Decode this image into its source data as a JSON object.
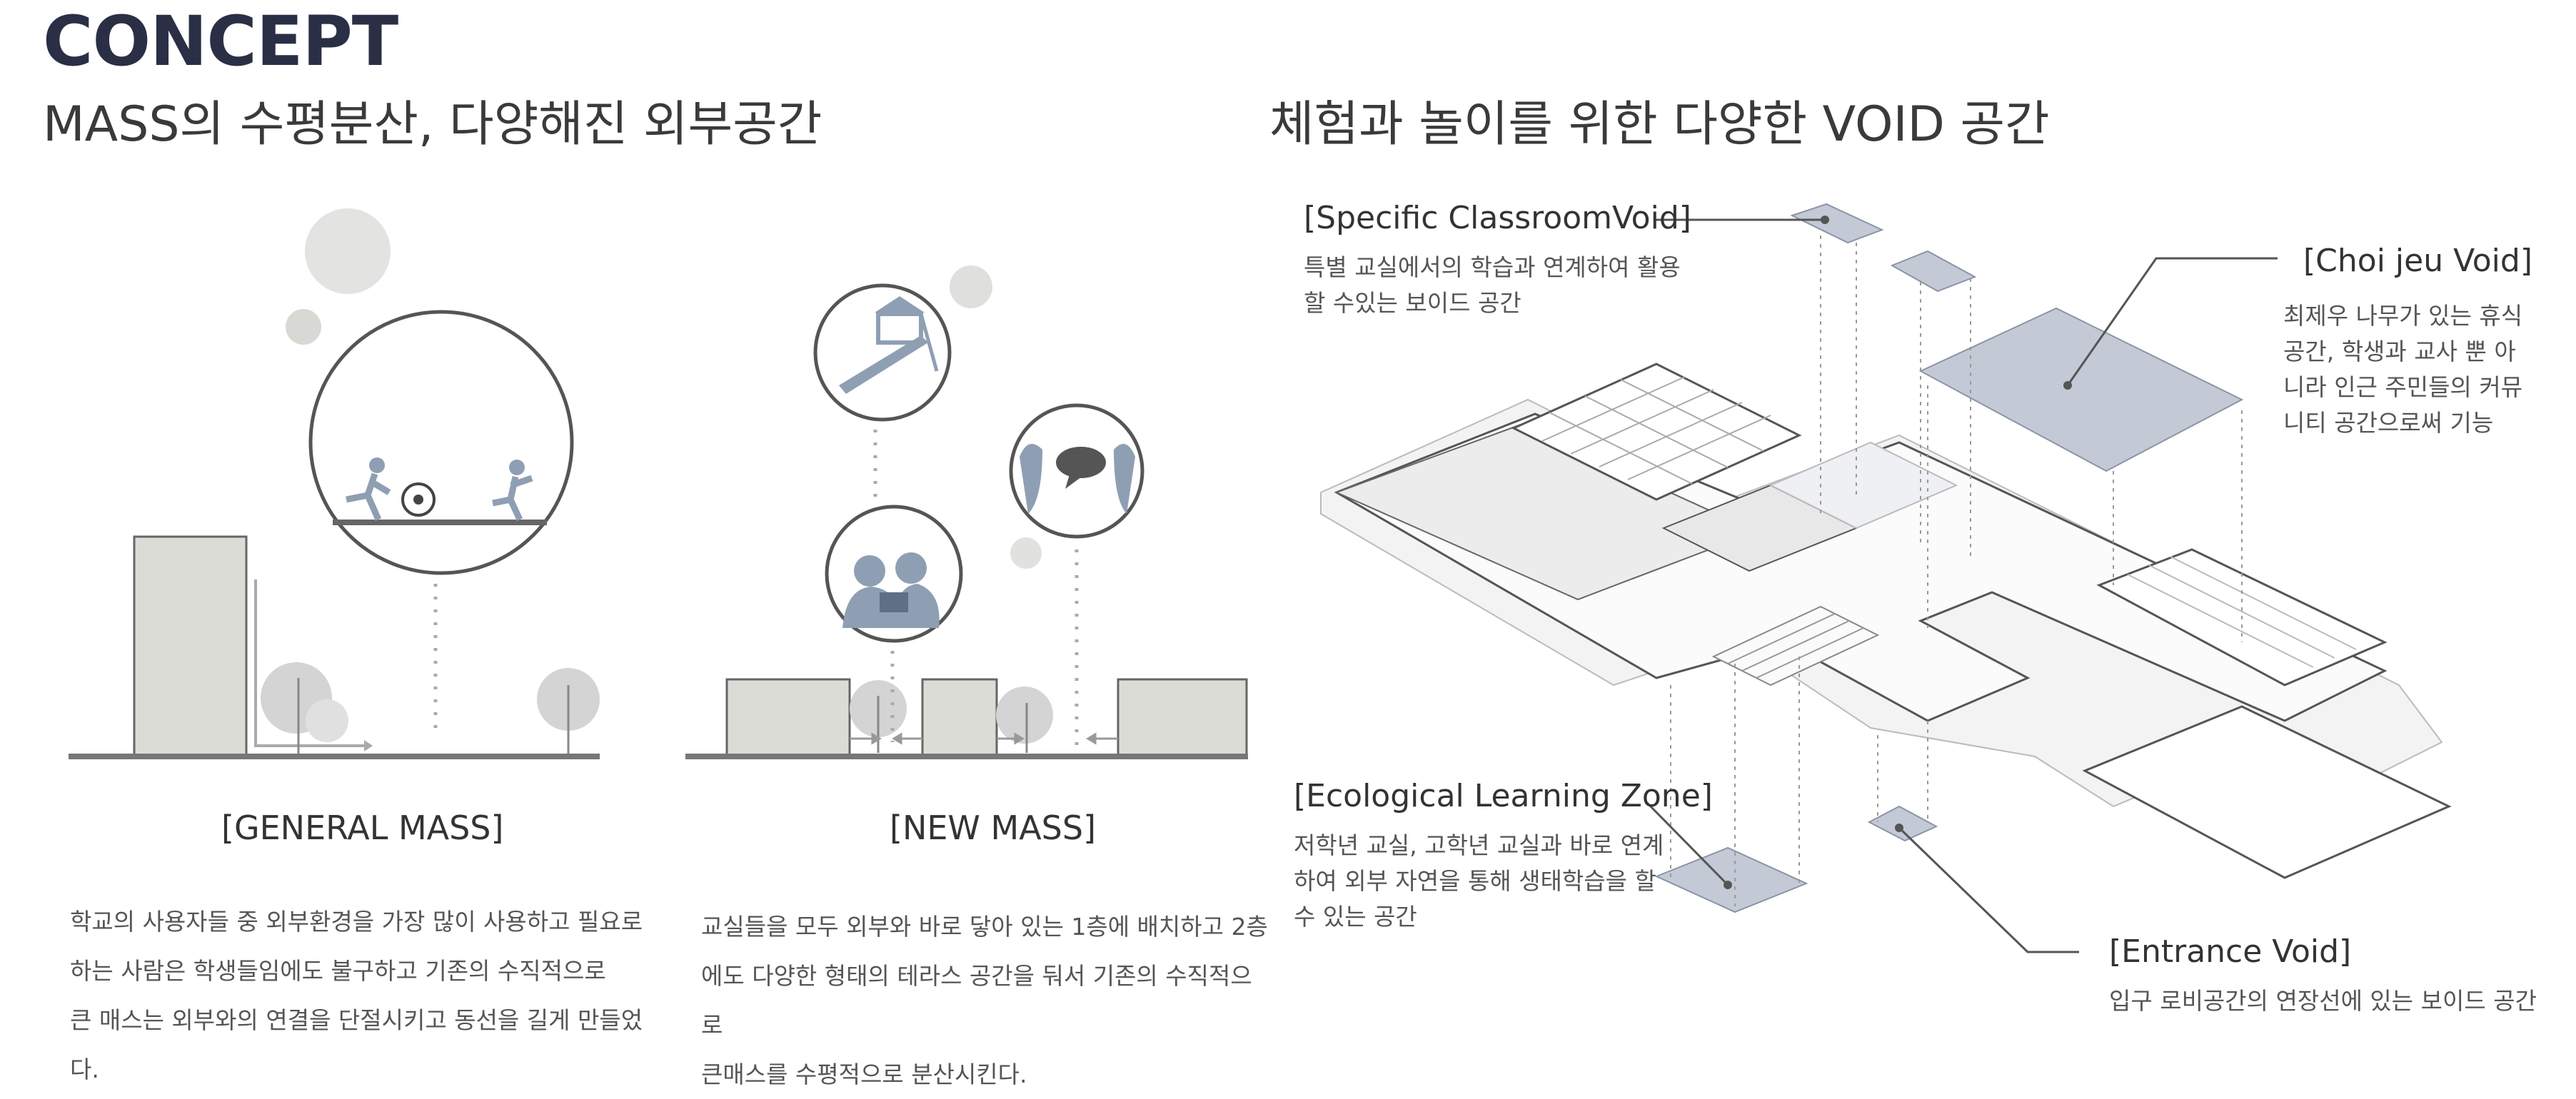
{
  "header": {
    "concept_title": "CONCEPT",
    "left_subtitle": "MASS의 수평분산, 다양해진 외부공간",
    "right_subtitle": "체험과 놀이를 위한 다양한 VOID 공간"
  },
  "mass": {
    "general_label": "[GENERAL MASS]",
    "new_label": "[NEW MASS]",
    "general_desc": [
      "학교의 사용자들 중 외부환경을 가장 많이 사용하고 필요로",
      "하는 사람은 학생들임에도 불구하고 기존의 수직적으로",
      "큰 매스는 외부와의 연결을 단절시키고 동선을 길게 만들었다."
    ],
    "new_desc": [
      "교실들을 모두 외부와 바로 닿아 있는 1층에 배치하고 2층",
      "에도 다양한 형태의 테라스 공간을 둬서 기존의 수직적으로",
      "큰매스를 수평적으로 분산시킨다."
    ]
  },
  "voids": {
    "specific_title": "[Specific ClassroomVoid]",
    "specific_desc": [
      "특별 교실에서의 학습과 연계하여 활용",
      "할 수있는 보이드 공간"
    ],
    "choi_title": "[Choi jeu Void]",
    "choi_desc": [
      "최제우 나무가 있는 휴식",
      "공간,  학생과 교사 뿐 아",
      "니라 인근 주민들의 커뮤",
      "니티 공간으로써 기능"
    ],
    "eco_title": "[Ecological Learning Zone]",
    "eco_desc": [
      "저학년 교실, 고학년 교실과 바로 연계",
      "하여 외부 자연을 통해 생태학습을 할",
      "수 있는 공간"
    ],
    "entrance_title": "[Entrance Void]",
    "entrance_desc": [
      "입구 로비공간의 연장선에 있는 보이드 공간"
    ]
  },
  "colors": {
    "title_navy": "#2a2f45",
    "void_blue": "#c3cad6",
    "mass_gray": "#dcdcd7",
    "tree_gray": "#d4d4d4",
    "figure_blue": "#8f9fb3"
  }
}
